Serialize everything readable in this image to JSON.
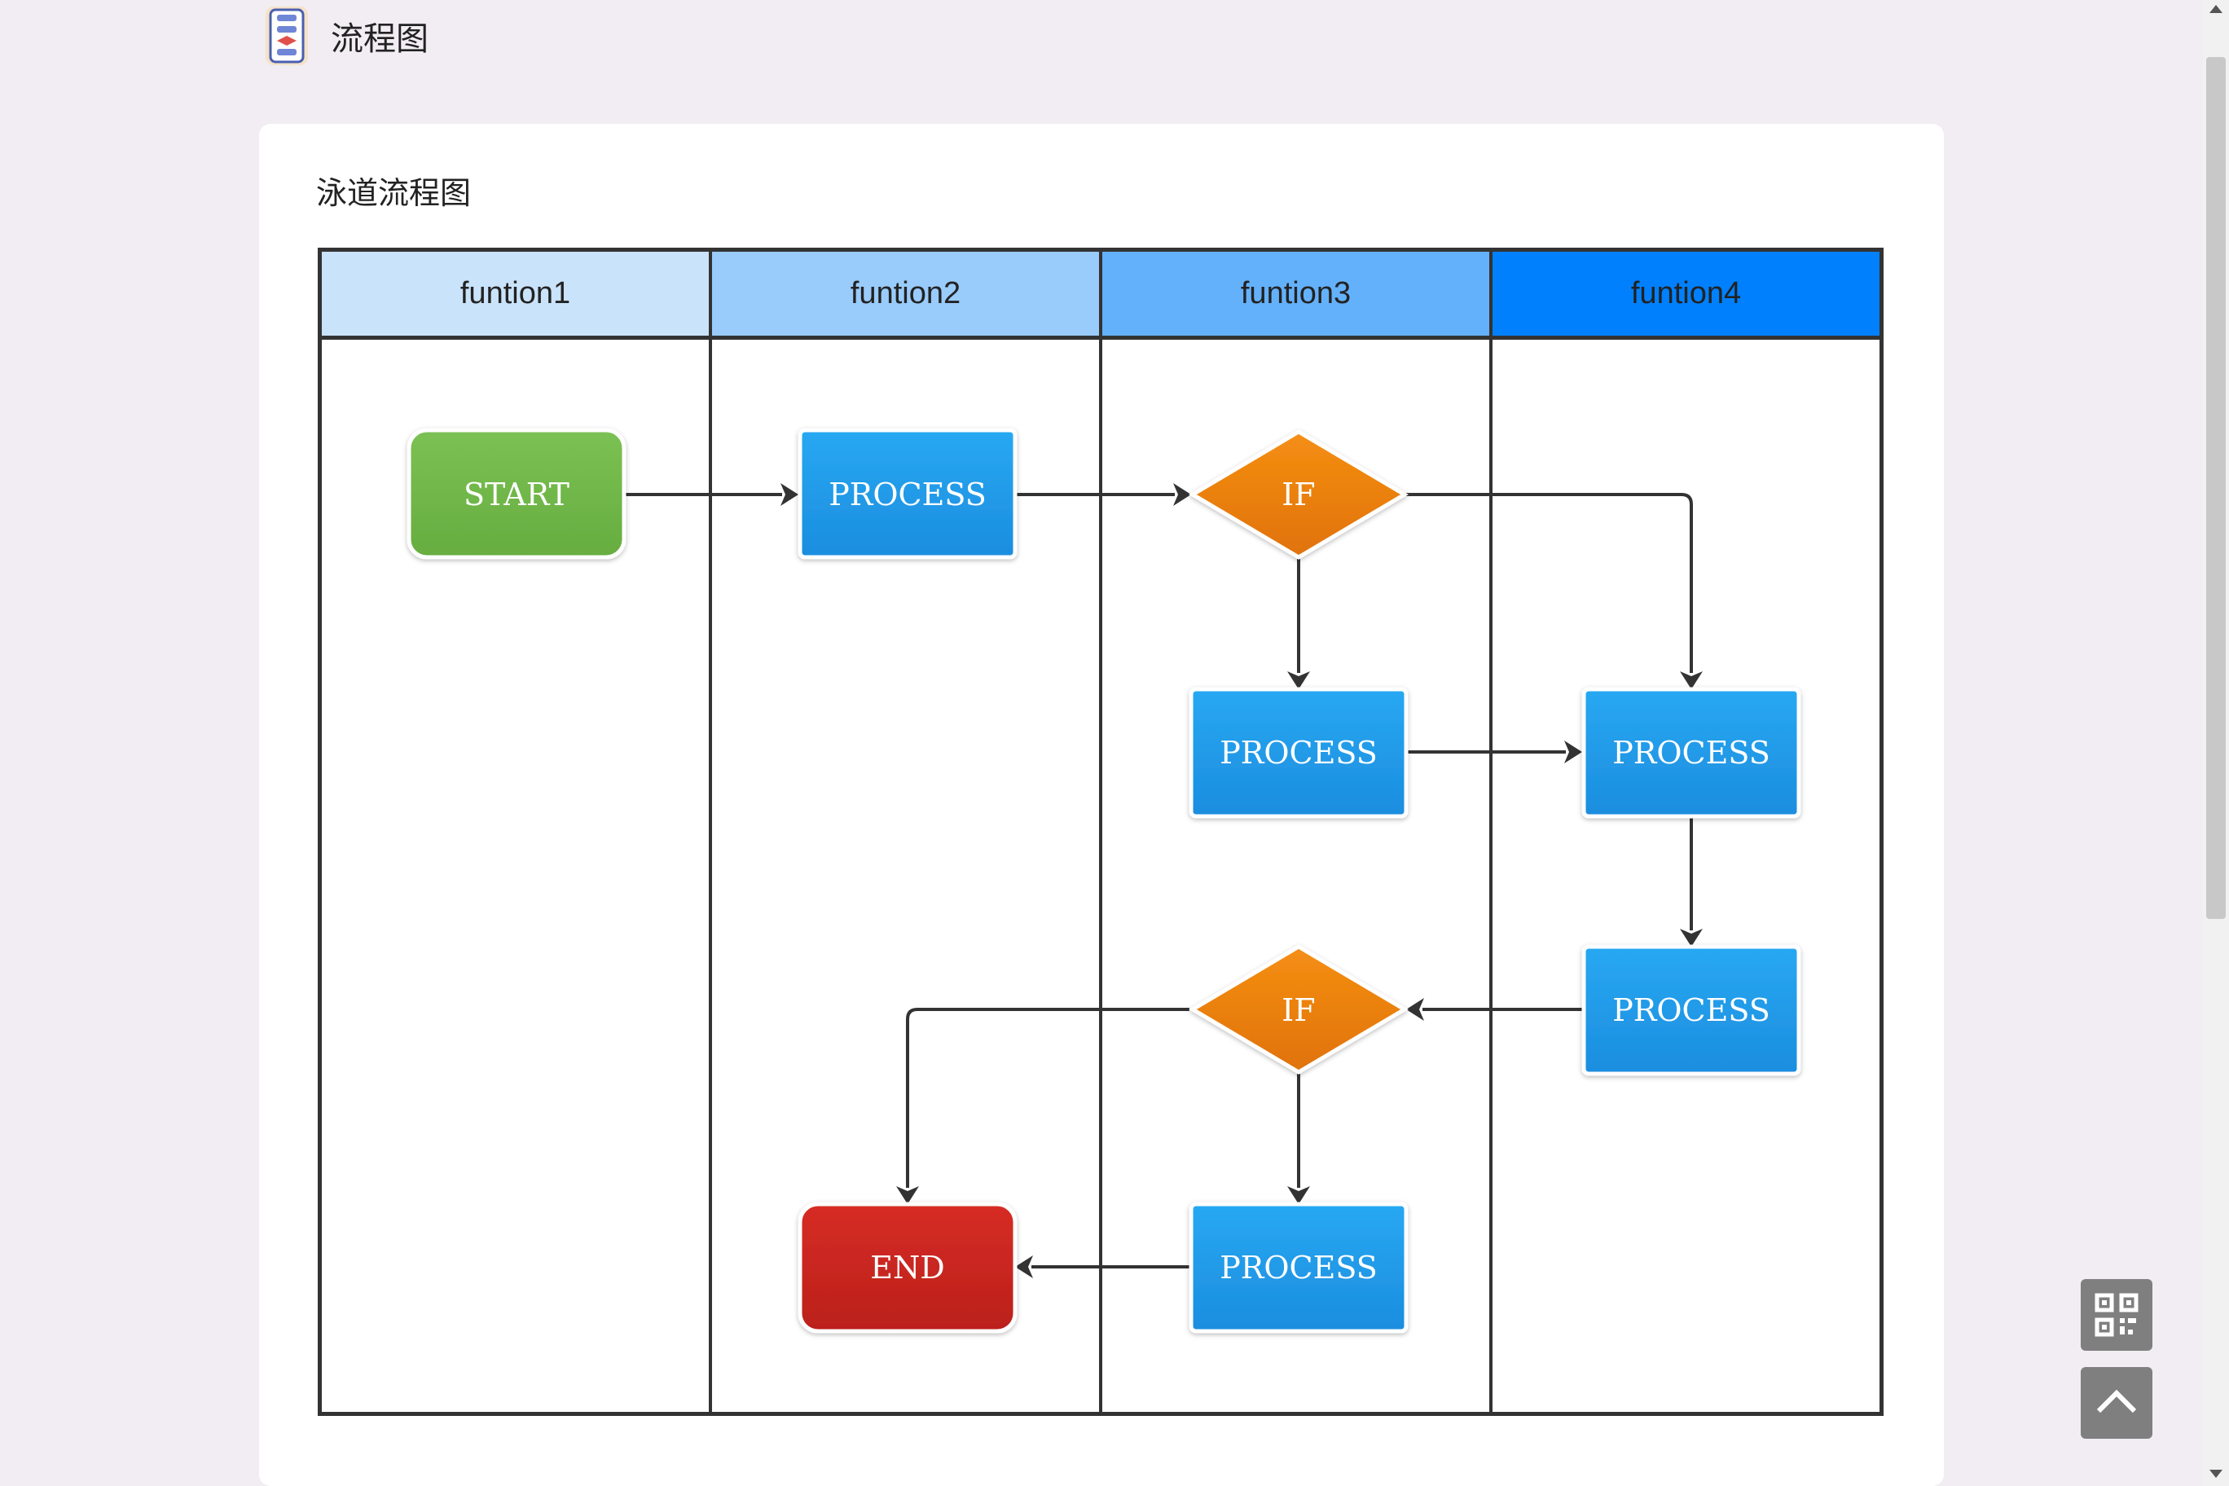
{
  "header": {
    "app_title": "流程图",
    "logo_icon": "flowchart-logo-icon"
  },
  "card": {
    "title": "泳道流程图"
  },
  "lanes": [
    {
      "label": "funtion1",
      "color": "#c9e3fb"
    },
    {
      "label": "funtion2",
      "color": "#99cbfb"
    },
    {
      "label": "funtion3",
      "color": "#64b1fb"
    },
    {
      "label": "funtion4",
      "color": "#0080fd"
    }
  ],
  "nodes": {
    "start": "START",
    "process_a": "PROCESS",
    "if_a": "IF",
    "process_b": "PROCESS",
    "process_c": "PROCESS",
    "process_d": "PROCESS",
    "if_b": "IF",
    "process_e": "PROCESS",
    "end": "END"
  },
  "colors": {
    "start": "#70b64a",
    "process": "#2299e6",
    "decision": "#ed7f0e",
    "end": "#c8241f",
    "connector": "#333333"
  },
  "floating": {
    "qr_icon": "qr-code-icon",
    "top_icon": "chevron-up-icon"
  }
}
